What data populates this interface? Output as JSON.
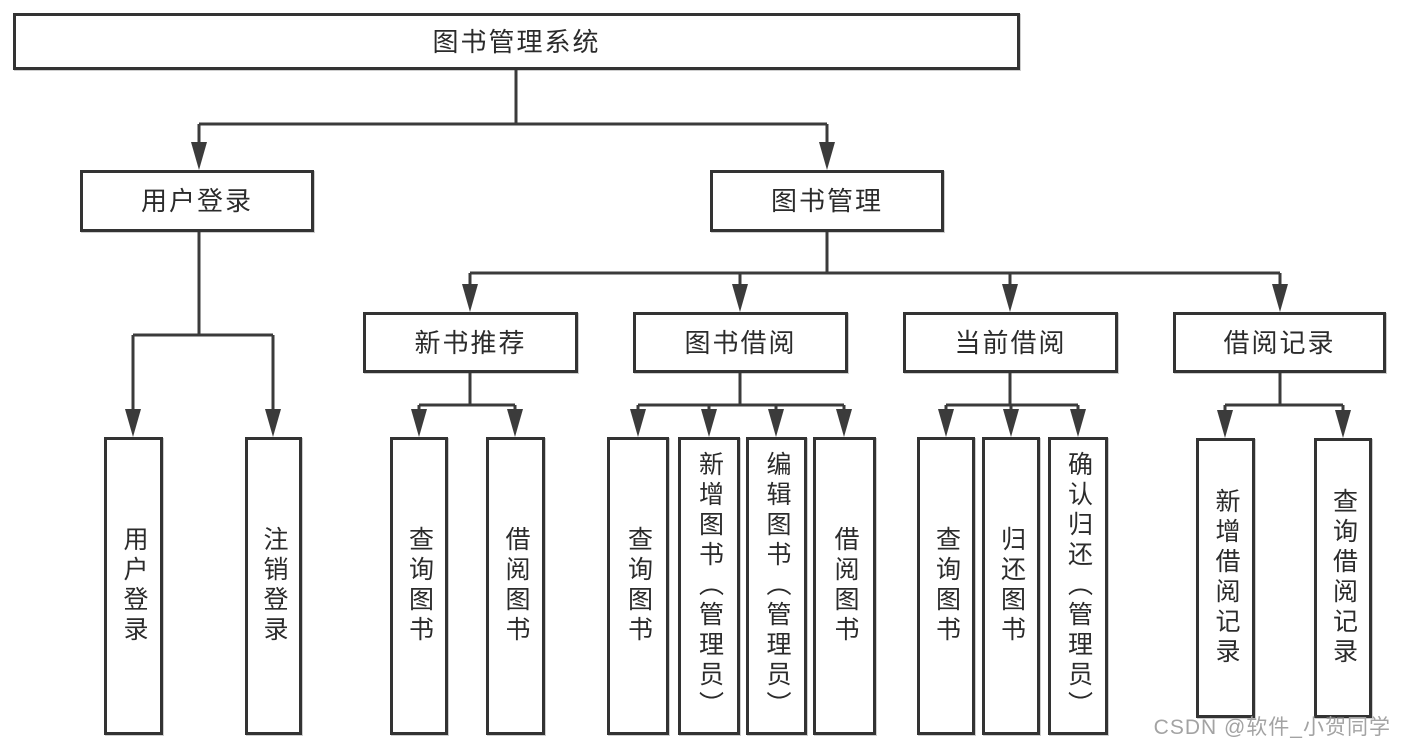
{
  "diagram": {
    "root": {
      "label": "图书管理系统"
    },
    "branches": [
      {
        "label": "用户登录",
        "children": [
          {
            "label": "用户登录"
          },
          {
            "label": "注销登录"
          }
        ]
      },
      {
        "label": "图书管理",
        "sections": [
          {
            "label": "新书推荐",
            "children": [
              {
                "label": "查询图书"
              },
              {
                "label": "借阅图书"
              }
            ]
          },
          {
            "label": "图书借阅",
            "children": [
              {
                "label": "查询图书"
              },
              {
                "label": "新增图书（管理员）"
              },
              {
                "label": "编辑图书（管理员）"
              },
              {
                "label": "借阅图书"
              }
            ]
          },
          {
            "label": "当前借阅",
            "children": [
              {
                "label": "查询图书"
              },
              {
                "label": "归还图书"
              },
              {
                "label": "确认归还（管理员）"
              }
            ]
          },
          {
            "label": "借阅记录",
            "children": [
              {
                "label": "新增借阅记录"
              },
              {
                "label": "查询借阅记录"
              }
            ]
          }
        ]
      }
    ]
  },
  "watermark": {
    "text": "CSDN @软件_小贺同学"
  },
  "colors": {
    "line": "#3b3b3b",
    "box_border": "#333333",
    "text": "#2b2b2b",
    "watermark": "#a3a3a3",
    "background": "#ffffff"
  }
}
